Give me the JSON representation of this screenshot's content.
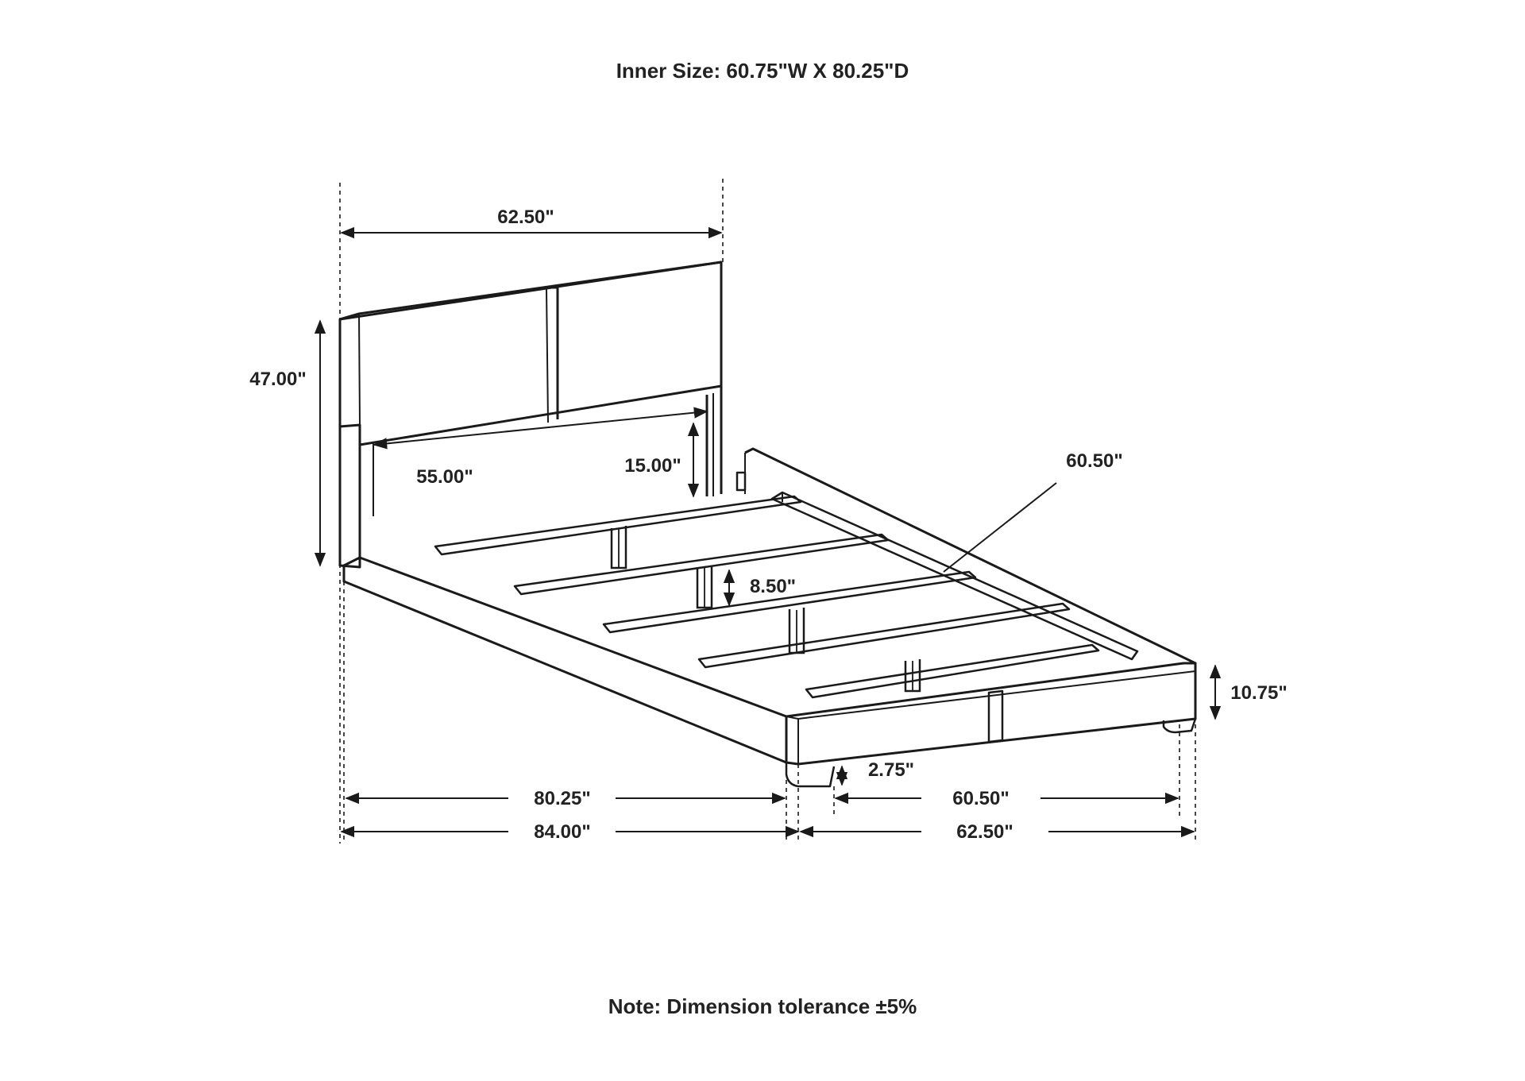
{
  "header": {
    "title": "Inner Size: 60.75\"W X 80.25\"D"
  },
  "footer": {
    "note": "Note: Dimension tolerance ±5%"
  },
  "dimensions": {
    "headboard_width": "62.50\"",
    "headboard_height": "47.00\"",
    "headboard_inner_width": "55.00\"",
    "headboard_panel_height": "15.00\"",
    "side_rail_length": "60.50\"",
    "support_leg_height": "8.50\"",
    "footboard_height": "10.75\"",
    "leg_clearance": "2.75\"",
    "inner_length": "80.25\"",
    "overall_length": "84.00\"",
    "inner_width": "60.50\"",
    "overall_width": "62.50\""
  },
  "colors": {
    "line": "#1a1a1a",
    "text": "#222222",
    "background": "#ffffff"
  }
}
